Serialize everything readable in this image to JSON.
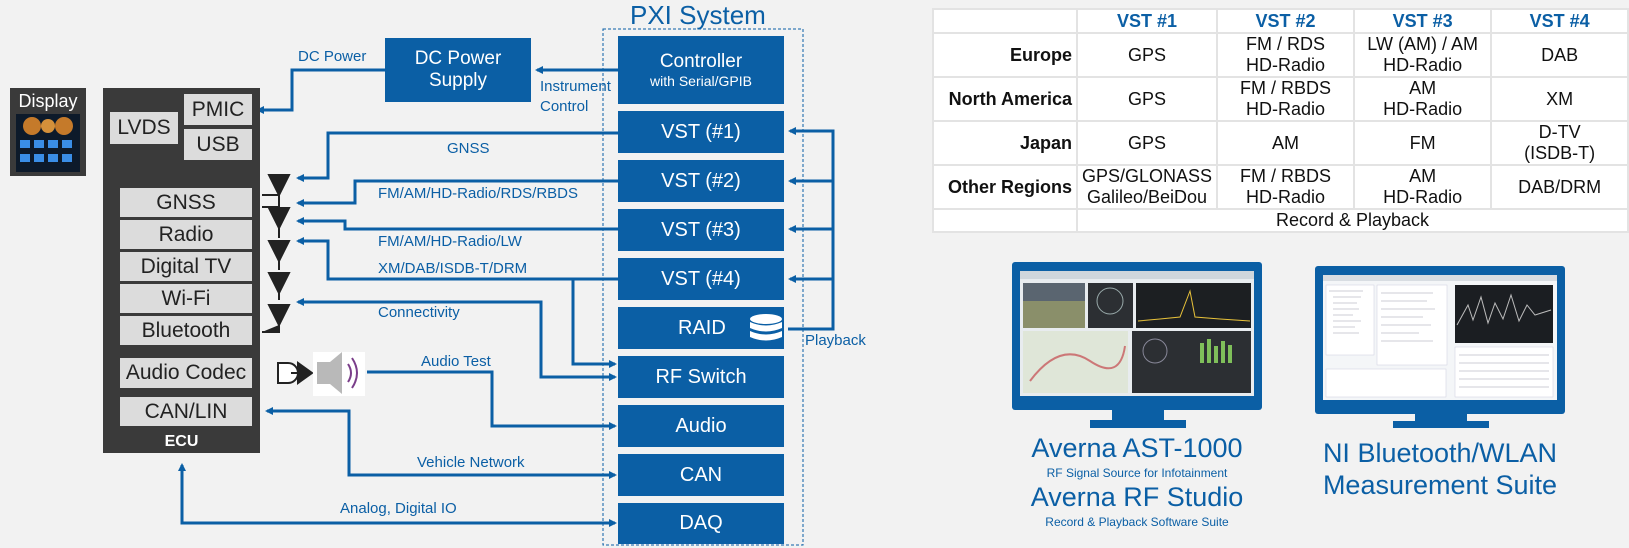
{
  "pxi": {
    "title": "PXI System",
    "controller": {
      "line1": "Controller",
      "line2": "with Serial/GPIB"
    },
    "modules": [
      "VST (#1)",
      "VST (#2)",
      "VST (#3)",
      "VST (#4)",
      "RAID",
      "RF Switch",
      "Audio",
      "CAN",
      "DAQ"
    ]
  },
  "dc_power_supply": {
    "line1": "DC Power",
    "line2": "Supply"
  },
  "display": {
    "label": "Display"
  },
  "ecu": {
    "label": "ECU",
    "lvds": "LVDS",
    "pmic": "PMIC",
    "usb": "USB",
    "blocks": [
      "GNSS",
      "Radio",
      "Digital TV",
      "Wi-Fi",
      "Bluetooth"
    ],
    "audio_codec": "Audio Codec",
    "can_lin": "CAN/LIN"
  },
  "connections": {
    "dc_power": "DC Power",
    "instrument_control": "Instrument\nControl",
    "gnss": "GNSS",
    "fm_rds": "FM/AM/HD-Radio/RDS/RBDS",
    "fm_lw": "FM/AM/HD-Radio/LW",
    "xm_dab": "XM/DAB/ISDB-T/DRM",
    "connectivity": "Connectivity",
    "audio_test": "Audio Test",
    "vehicle_network": "Vehicle Network",
    "analog_io": "Analog, Digital IO",
    "playback": "Playback"
  },
  "table": {
    "headers": [
      "",
      "VST #1",
      "VST #2",
      "VST #3",
      "VST #4"
    ],
    "rows": [
      {
        "region": "Europe",
        "cells": [
          "GPS",
          "FM / RDS\nHD-Radio",
          "LW (AM) / AM\nHD-Radio",
          "DAB"
        ]
      },
      {
        "region": "North America",
        "cells": [
          "GPS",
          "FM / RBDS\nHD-Radio",
          "AM\nHD-Radio",
          "XM"
        ]
      },
      {
        "region": "Japan",
        "cells": [
          "GPS",
          "AM",
          "FM",
          "D-TV\n(ISDB-T)"
        ]
      },
      {
        "region": "Other Regions",
        "cells": [
          "GPS/GLONASS\nGalileo/BeiDou",
          "FM / RBDS\nHD-Radio",
          "AM\nHD-Radio",
          "DAB/DRM"
        ]
      }
    ],
    "footer": "Record & Playback"
  },
  "products": {
    "averna_title": "Averna AST-1000",
    "averna_sub": "RF Signal Source for Infotainment",
    "studio_title": "Averna RF Studio",
    "studio_sub": "Record & Playback Software Suite",
    "ni_title": "NI Bluetooth/WLAN\nMeasurement Suite"
  },
  "colors": {
    "accent": "#0b5fa5",
    "ecu": "#3a3a3a",
    "cell": "#dcdcdc"
  }
}
